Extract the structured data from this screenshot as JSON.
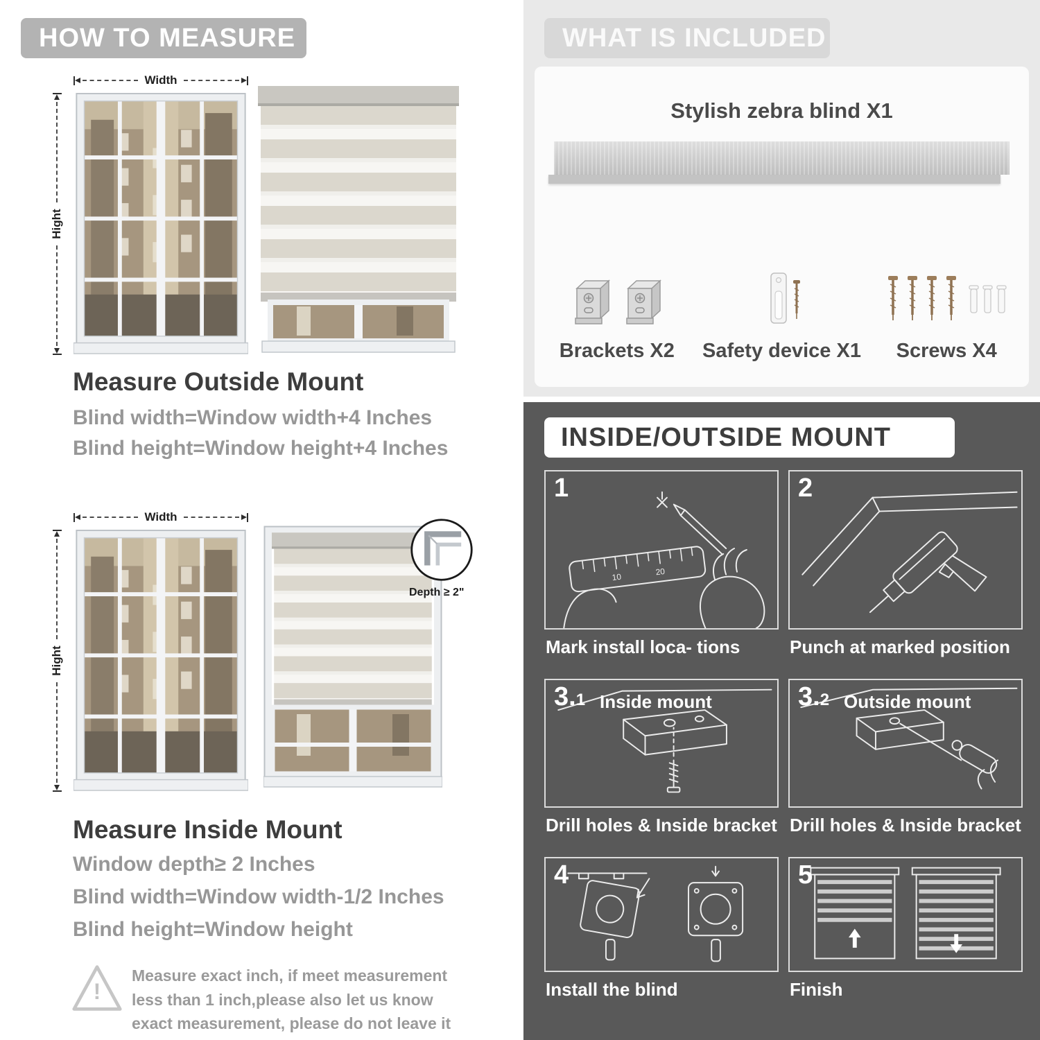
{
  "colors": {
    "left_banner": "#b3b3b3",
    "included_banner": "#d8d8d8",
    "included_bg": "#e9e9e9",
    "mount_bg": "#595959",
    "heading_text": "#3d3d3d",
    "body_text": "#979797"
  },
  "left": {
    "header": "HOW TO MEASURE",
    "outside": {
      "width_label": "Width",
      "height_label": "Hight",
      "title": "Measure Outside Mount",
      "lines": [
        "Blind width=Window width+4 Inches",
        "Blind height=Window height+4 Inches"
      ]
    },
    "inside": {
      "width_label": "Width",
      "height_label": "Hight",
      "depth_label": "Depth ≥ 2\"",
      "title": "Measure Inside Mount",
      "lines": [
        "Window depth≥ 2 Inches",
        "Blind width=Window width-1/2 Inches",
        "Blind height=Window height"
      ]
    },
    "warning": {
      "mark": "!",
      "text": "Measure exact inch, if meet measurement less than 1 inch,please also let us know exact measurement, please do not leave it"
    }
  },
  "right": {
    "included": {
      "header": "WHAT IS INCLUDED",
      "product_label": "Stylish zebra blind X1",
      "items": [
        {
          "label": "Brackets X2"
        },
        {
          "label": "Safety device X1"
        },
        {
          "label": "Screws X4"
        }
      ]
    },
    "mount": {
      "header": "INSIDE/OUTSIDE MOUNT",
      "steps": [
        {
          "num": "1",
          "sub": "",
          "label": "",
          "caption": "Mark install loca- tions",
          "ruler": [
            "10",
            "20"
          ]
        },
        {
          "num": "2",
          "sub": "",
          "label": "",
          "caption": "Punch at  marked position"
        },
        {
          "num": "3.",
          "sub": "1",
          "label": "Inside mount",
          "caption": "Drill holes &  Inside bracket"
        },
        {
          "num": "3.",
          "sub": "2",
          "label": "Outside mount",
          "caption": "Drill holes &  Inside bracket"
        },
        {
          "num": "4",
          "sub": "",
          "label": "",
          "caption": "Install the blind"
        },
        {
          "num": "5",
          "sub": "",
          "label": "",
          "caption": "Finish"
        }
      ]
    }
  }
}
